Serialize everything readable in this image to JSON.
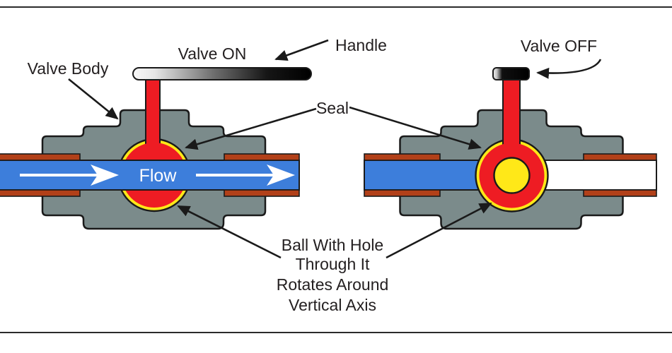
{
  "labels": {
    "valve_on": "Valve ON",
    "valve_off": "Valve OFF",
    "handle": "Handle",
    "valve_body": "Valve Body",
    "seal": "Seal",
    "flow": "Flow",
    "ball_note_lines": [
      "Ball With Hole",
      "Through It",
      "Rotates Around",
      "Vertical Axis"
    ]
  },
  "colors": {
    "body_gray": "#7b8b8b",
    "pipe_blue": "#3d7edb",
    "pipe_wall_brown": "#b24019",
    "ball_red": "#ee1c23",
    "seal_yellow": "#ffe818",
    "outline_black": "#1a1a1a",
    "text_dark": "#231f20",
    "flow_white": "#ffffff"
  }
}
